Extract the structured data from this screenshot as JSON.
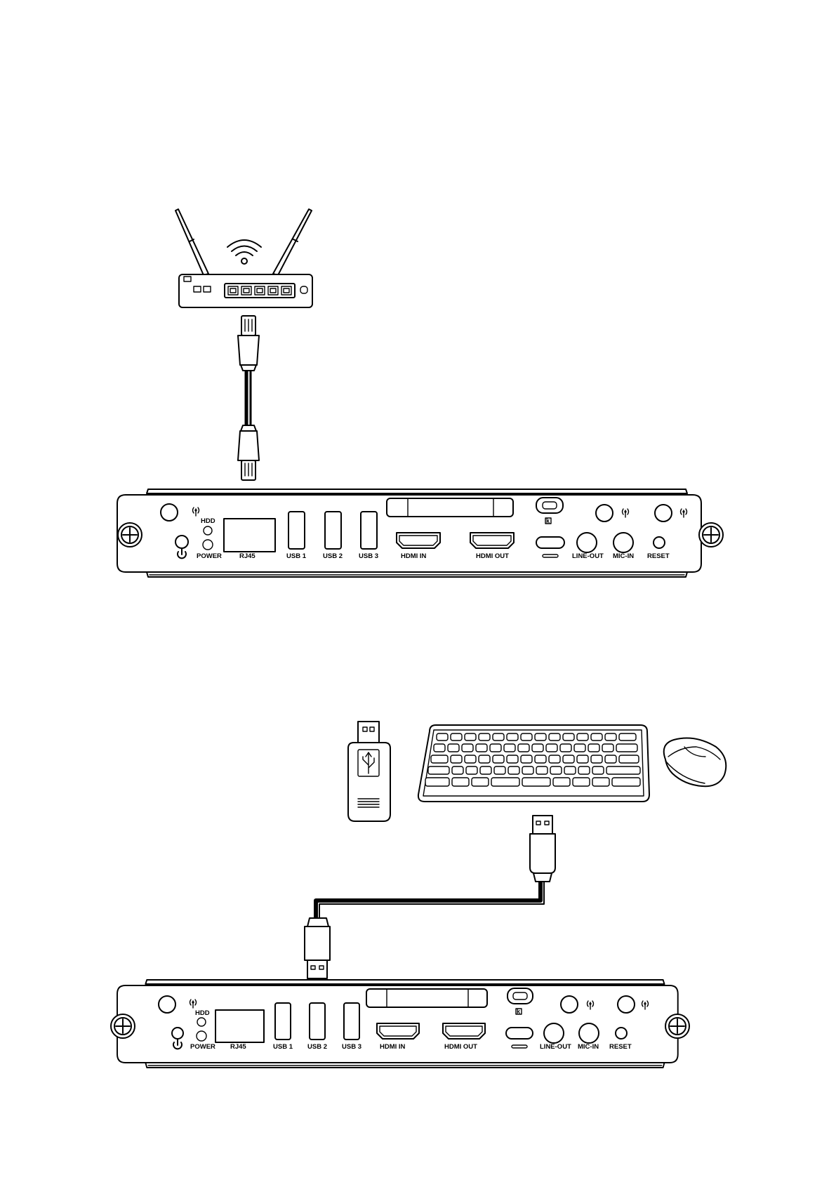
{
  "panel_labels": {
    "hdd": "HDD",
    "power": "POWER",
    "rj45": "RJ45",
    "usb1": "USB 1",
    "usb2": "USB 2",
    "usb3": "USB 3",
    "hdmi_in": "HDMI IN",
    "hdmi_out": "HDMI OUT",
    "line_out": "LINE-OUT",
    "mic_in": "MIC-IN",
    "reset": "RESET"
  },
  "icons": [
    "router-icon",
    "wifi-icon",
    "ethernet-cable-icon",
    "usb-flash-drive-icon",
    "keyboard-icon",
    "mouse-icon",
    "usb-cable-icon",
    "power-icon",
    "antenna-icon",
    "kensington-lock-icon",
    "screw-icon"
  ]
}
